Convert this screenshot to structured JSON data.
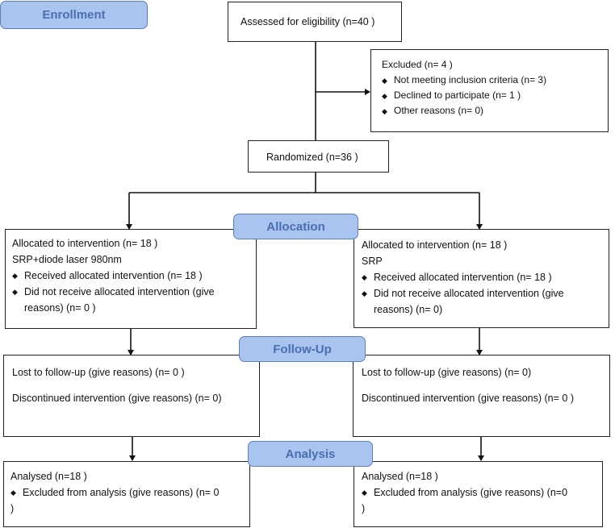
{
  "stages": {
    "enrollment": "Enrollment",
    "allocation": "Allocation",
    "followup": "Follow-Up",
    "analysis": "Analysis"
  },
  "assessed": "Assessed for eligibility (n=40  )",
  "excluded": {
    "title": "Excluded  (n= 4  )",
    "items": [
      "Not meeting inclusion criteria (n=  3)",
      "Declined to participate (n= 1 )",
      "Other reasons  (n=  0)"
    ]
  },
  "randomized": "Randomized (n=36  )",
  "left": {
    "allocation": {
      "title": "Allocated to intervention (n= 18 )",
      "group": "SRP+diode laser 980nm",
      "received": "Received allocated intervention (n= 18 )",
      "not_received": "Did not receive allocated intervention (give",
      "not_received_2": "reasons) (n= 0  )"
    },
    "followup": {
      "lost": "Lost to follow-up (give reasons) (n= 0 )",
      "discontinued": "Discontinued intervention (give reasons) (n=  0)"
    },
    "analysis": {
      "analysed": "Analysed  (n=18  )",
      "excluded": "Excluded from analysis (give reasons) (n= 0",
      "excluded_2": ")"
    }
  },
  "right": {
    "allocation": {
      "title": "Allocated to intervention (n= 18 )",
      "group": "SRP",
      "received": "Received allocated intervention (n= 18  )",
      "not_received": "Did not receive allocated intervention (give",
      "not_received_2": "reasons) (n=  0)"
    },
    "followup": {
      "lost": "Lost to follow-up (give reasons) (n=  0)",
      "discontinued": "Discontinued intervention (give reasons) (n= 0 )"
    },
    "analysis": {
      "analysed": "Analysed  (n=18  )",
      "excluded": "Excluded from analysis (give reasons) (n=0",
      "excluded_2": ")"
    }
  }
}
